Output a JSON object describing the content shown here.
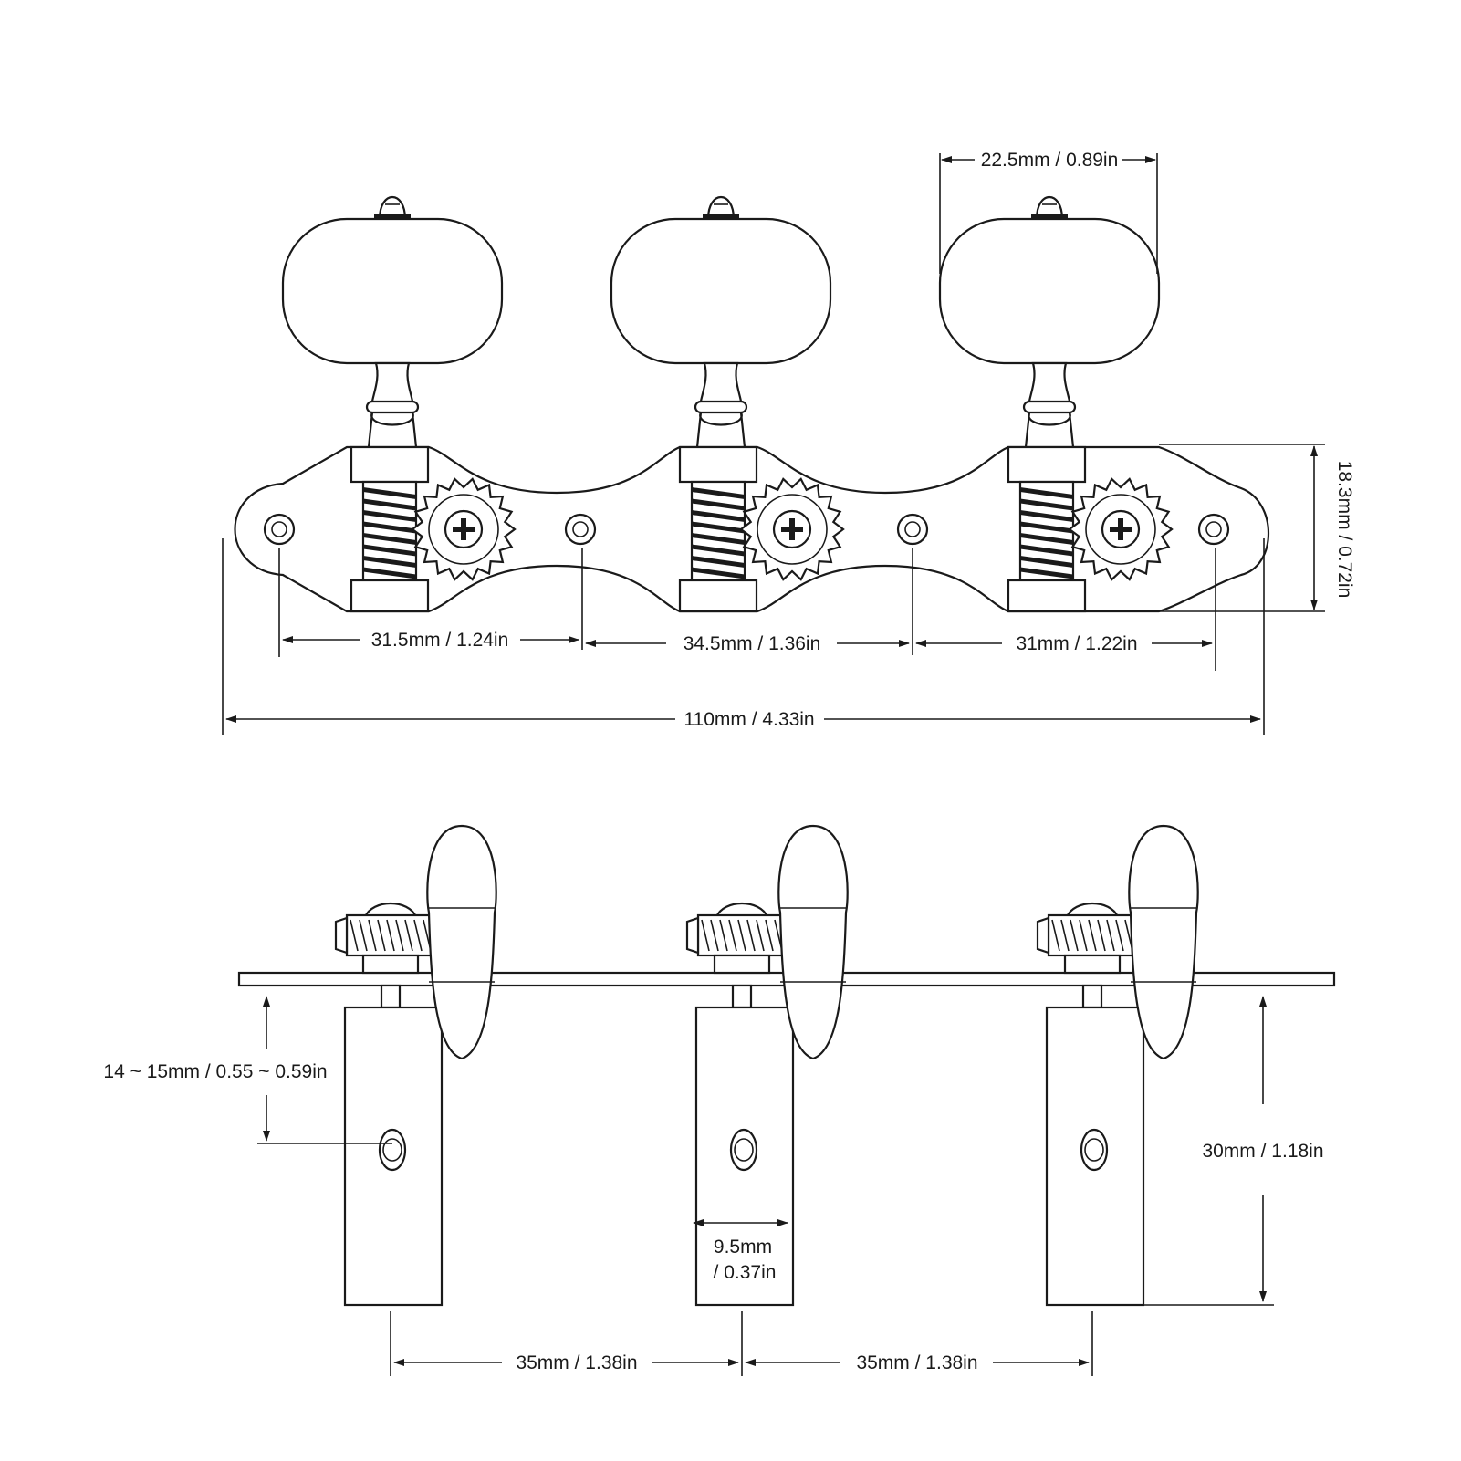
{
  "top_view": {
    "dim_button_width": "22.5mm / 0.89in",
    "dim_plate_height": "18.3mm / 0.72in",
    "dim_hole_1_2": "31.5mm / 1.24in",
    "dim_hole_2_3": "34.5mm / 1.36in",
    "dim_hole_3_4": "31mm / 1.22in",
    "dim_total_length": "110mm / 4.33in"
  },
  "side_view": {
    "dim_hole_depth": "14 ~ 15mm / 0.55 ~ 0.59in",
    "dim_roller_width_line1": "9.5mm",
    "dim_roller_width_line2": "/ 0.37in",
    "dim_roller_length": "30mm / 1.18in",
    "dim_roller_spacing_1": "35mm / 1.38in",
    "dim_roller_spacing_2": "35mm / 1.38in"
  }
}
